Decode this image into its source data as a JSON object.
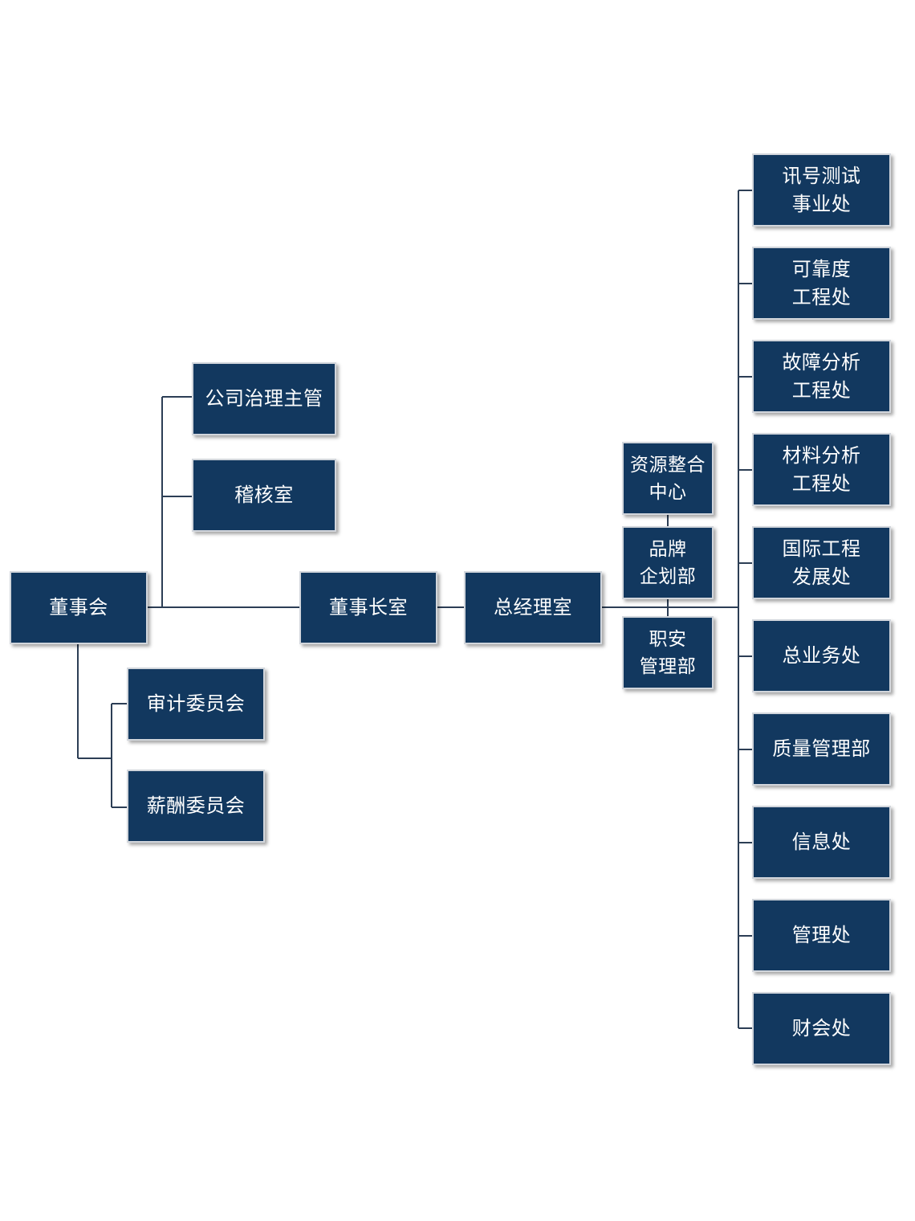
{
  "chart": {
    "board": "董事会",
    "governance": "公司治理主管",
    "audit_office": "稽核室",
    "audit_committee": "审计委员会",
    "pay_committee": "薪酬委员会",
    "chairman_office": "董事长室",
    "gm_office": "总经理室",
    "staff_units": {
      "resource": "资源整合\n中心",
      "brand": "品牌\n企划部",
      "safety": "职安\n管理部"
    },
    "departments": [
      "讯号测试\n事业处",
      "可靠度\n工程处",
      "故障分析\n工程处",
      "材料分析\n工程处",
      "国际工程\n发展处",
      "总业务处",
      "质量管理部",
      "信息处",
      "管理处",
      "财会处"
    ]
  },
  "colors": {
    "box_fill": "#12385f",
    "box_text": "#ffffff",
    "connector": "#2c3e55"
  }
}
